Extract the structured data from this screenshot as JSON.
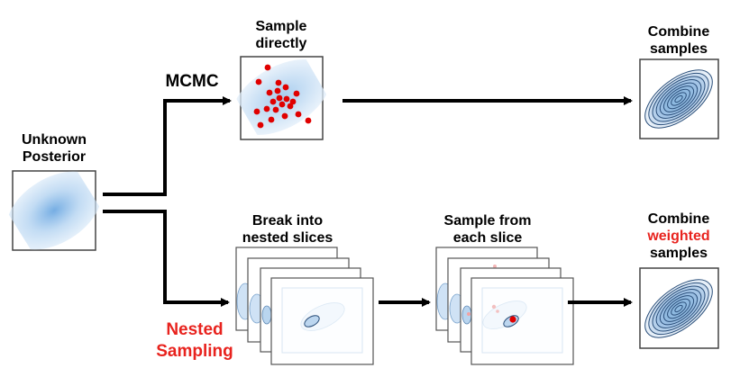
{
  "labels": {
    "unknown_posterior": [
      "Unknown",
      "Posterior"
    ],
    "mcmc": "MCMC",
    "sample_directly": [
      "Sample",
      "directly"
    ],
    "combine_samples": [
      "Combine",
      "samples"
    ],
    "break_into_slices": [
      "Break into",
      "nested slices"
    ],
    "sample_each_slice": [
      "Sample from",
      "each slice"
    ],
    "combine_weighted": {
      "line1": "Combine",
      "line2": "weighted",
      "line3": "samples"
    },
    "nested_sampling": [
      "Nested",
      "Sampling"
    ]
  },
  "colors": {
    "accent_red": "#e8231e",
    "posterior_blue": "#4a90d9",
    "contour_fill": "#8db8e0",
    "contour_stroke": "#2b4f7a",
    "sample_dot": "#e00000",
    "arrow": "#000000"
  }
}
